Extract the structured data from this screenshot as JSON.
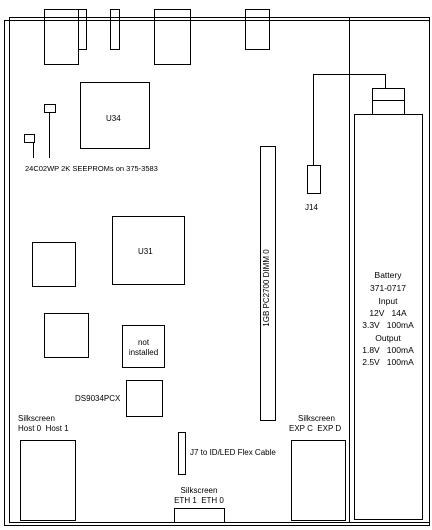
{
  "labels": {
    "u34": "U34",
    "seeprom": "24C02WP 2K SEEPROMs on 375-3583",
    "j14": "J14",
    "u31": "U31",
    "dimm": "1GB PC2700 DIMM 0",
    "not_installed_line1": "not",
    "not_installed_line2": "installed",
    "ds9034": "DS9034PCX",
    "flex_cable": "J7 to ID/LED Flex Cable",
    "host_silkscreen": "Silkscreen",
    "host_ports": "Host 0  Host 1",
    "exp_silkscreen": "Silkscreen",
    "exp_ports": "EXP C  EXP D",
    "eth_silkscreen": "Silkscreen",
    "eth_ports": "ETH 1  ETH 0"
  },
  "battery": {
    "title": "Battery",
    "part": "371-0717",
    "input_label": "Input",
    "input_value": "12V   14A",
    "input_value2": "3.3V   100mA",
    "output_label": "Output",
    "output_value1": "1.8V   100mA",
    "output_value2": "2.5V   100mA"
  }
}
